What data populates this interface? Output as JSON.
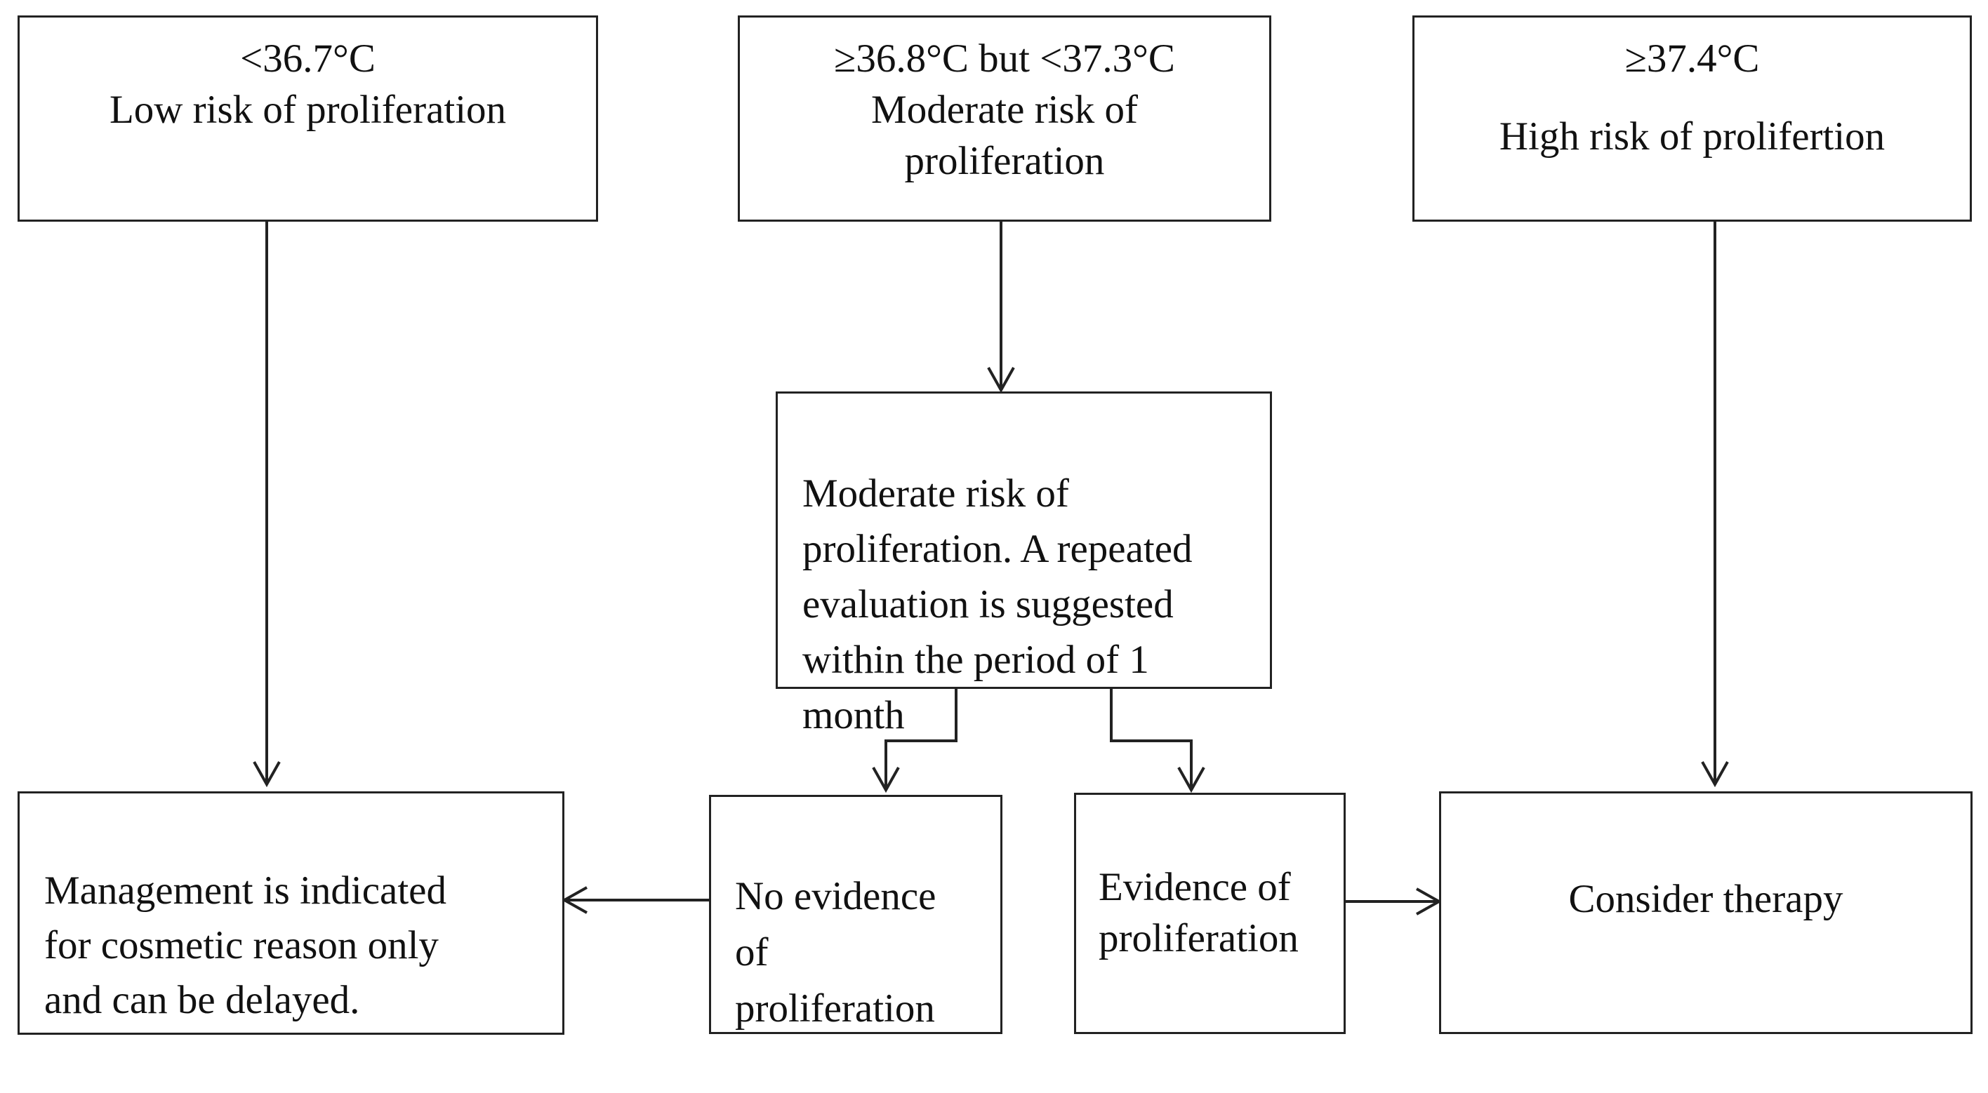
{
  "boxes": {
    "low": {
      "line1": "<36.7°C",
      "line2": "Low risk of proliferation"
    },
    "moderate": {
      "line1": "≥36.8°C but <37.3°C",
      "line2": "Moderate risk of",
      "line3": "proliferation"
    },
    "high": {
      "line1": "≥37.4°C",
      "line2": "High risk of prolifertion"
    },
    "moderate_detail": {
      "text": "Moderate risk of\nproliferation.  A repeated\nevaluation is suggested\nwithin the period of 1\nmonth"
    },
    "management": {
      "text": "Management is indicated\nfor cosmetic reason only\nand can be delayed."
    },
    "no_evidence": {
      "text": "No evidence\nof\nproliferation"
    },
    "evidence": {
      "text": "Evidence of\nproliferation"
    },
    "therapy": {
      "text": "Consider therapy"
    }
  }
}
